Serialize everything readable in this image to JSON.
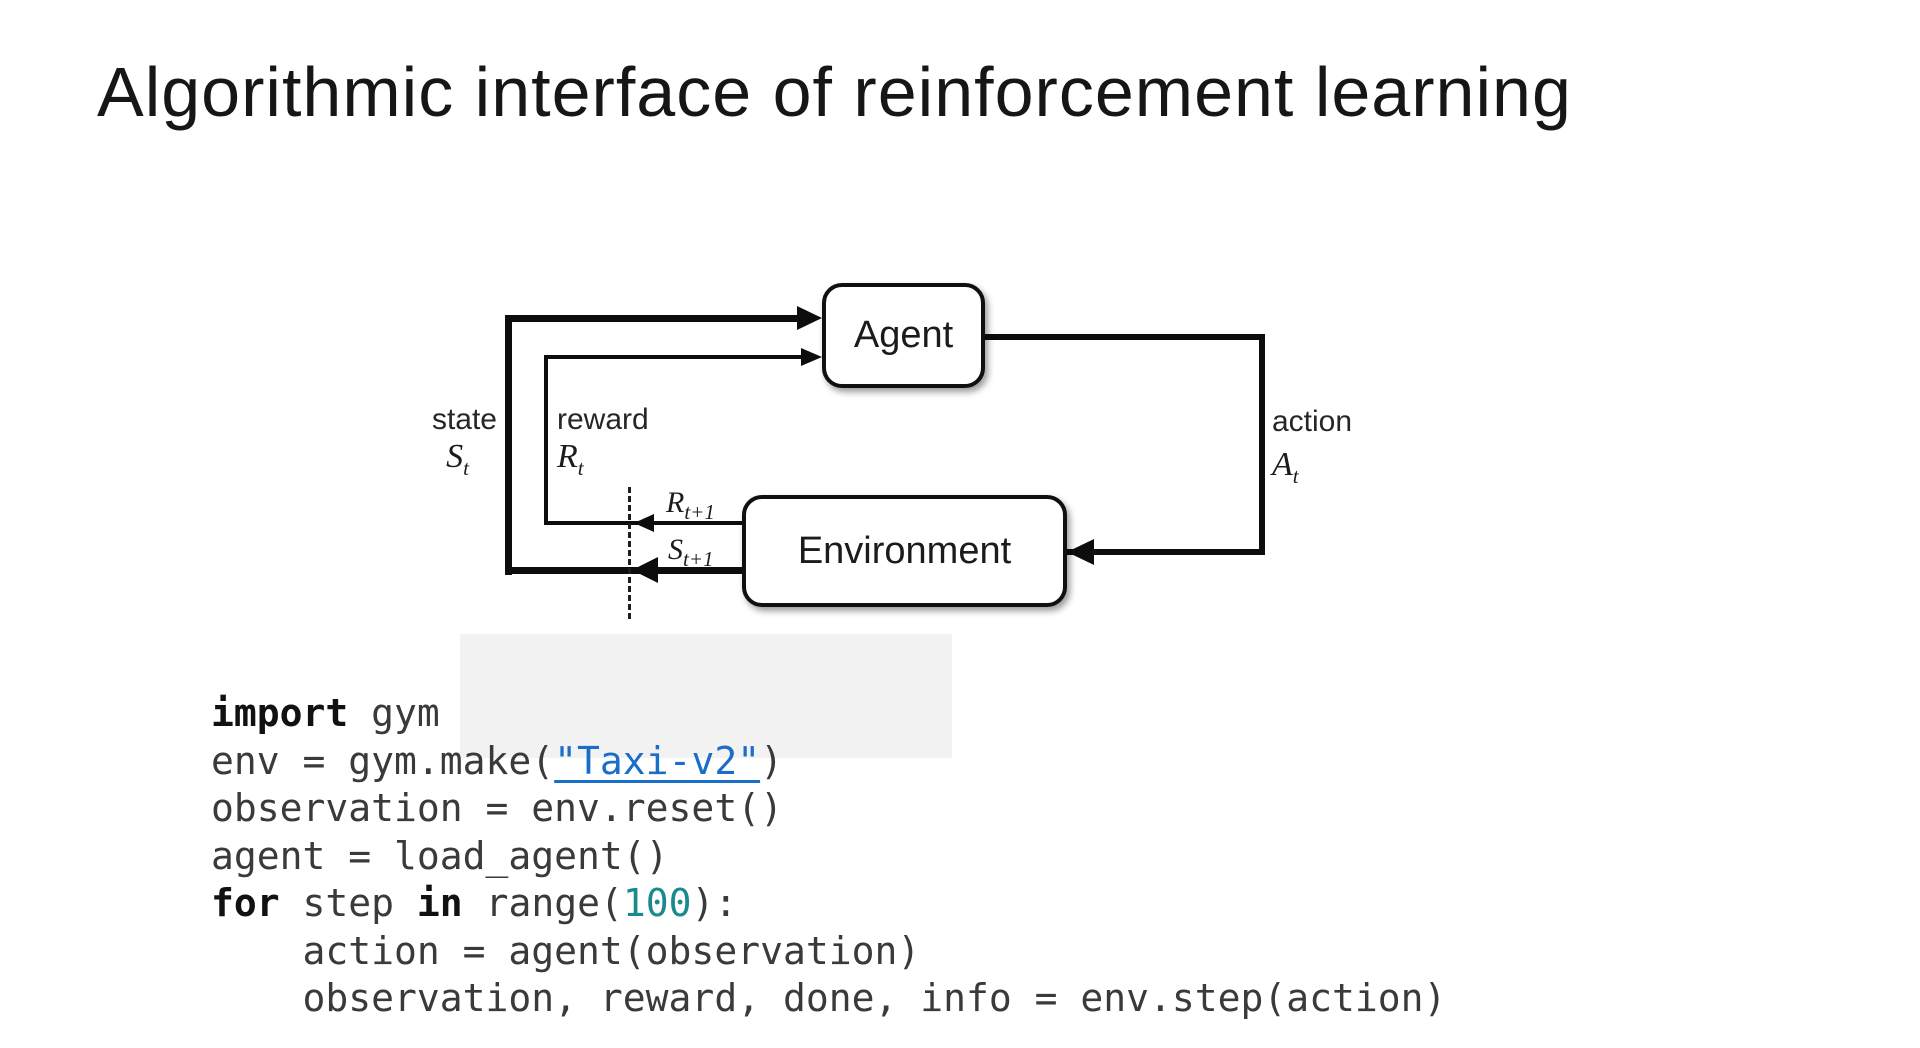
{
  "slide": {
    "title": "Algorithmic interface of reinforcement learning"
  },
  "diagram": {
    "agent_label": "Agent",
    "environment_label": "Environment",
    "labels": {
      "state": "state",
      "state_sym": {
        "base": "S",
        "sub": "t"
      },
      "reward": "reward",
      "reward_sym": {
        "base": "R",
        "sub": "t"
      },
      "next_reward_sym": {
        "base": "R",
        "sub": "t+1"
      },
      "next_state_sym": {
        "base": "S",
        "sub": "t+1"
      },
      "action": "action",
      "action_sym": {
        "base": "A",
        "sub": "t"
      }
    }
  },
  "code": {
    "text_color": "#3a3a3a",
    "keyword_color": "#111111",
    "link_color": "#1a6ec7",
    "number_color": "#1b8a8f",
    "lines": [
      [
        {
          "t": "import",
          "c": "kw"
        },
        {
          "t": " gym",
          "c": "p"
        }
      ],
      [
        {
          "t": "env = gym.make(",
          "c": "p"
        },
        {
          "t": "\"Taxi-v2\"",
          "c": "link"
        },
        {
          "t": ")",
          "c": "p"
        }
      ],
      [
        {
          "t": "observation = env.reset()",
          "c": "p"
        }
      ],
      [
        {
          "t": "agent = load_agent()",
          "c": "p"
        }
      ],
      [
        {
          "t": "for",
          "c": "kw"
        },
        {
          "t": " step ",
          "c": "p"
        },
        {
          "t": "in",
          "c": "kw"
        },
        {
          "t": " range(",
          "c": "p"
        },
        {
          "t": "100",
          "c": "num"
        },
        {
          "t": "):",
          "c": "p"
        }
      ],
      [
        {
          "t": "    action = agent(observation)",
          "c": "p"
        }
      ],
      [
        {
          "t": "    observation, reward, done, info = env.step(action)",
          "c": "p"
        }
      ]
    ]
  }
}
